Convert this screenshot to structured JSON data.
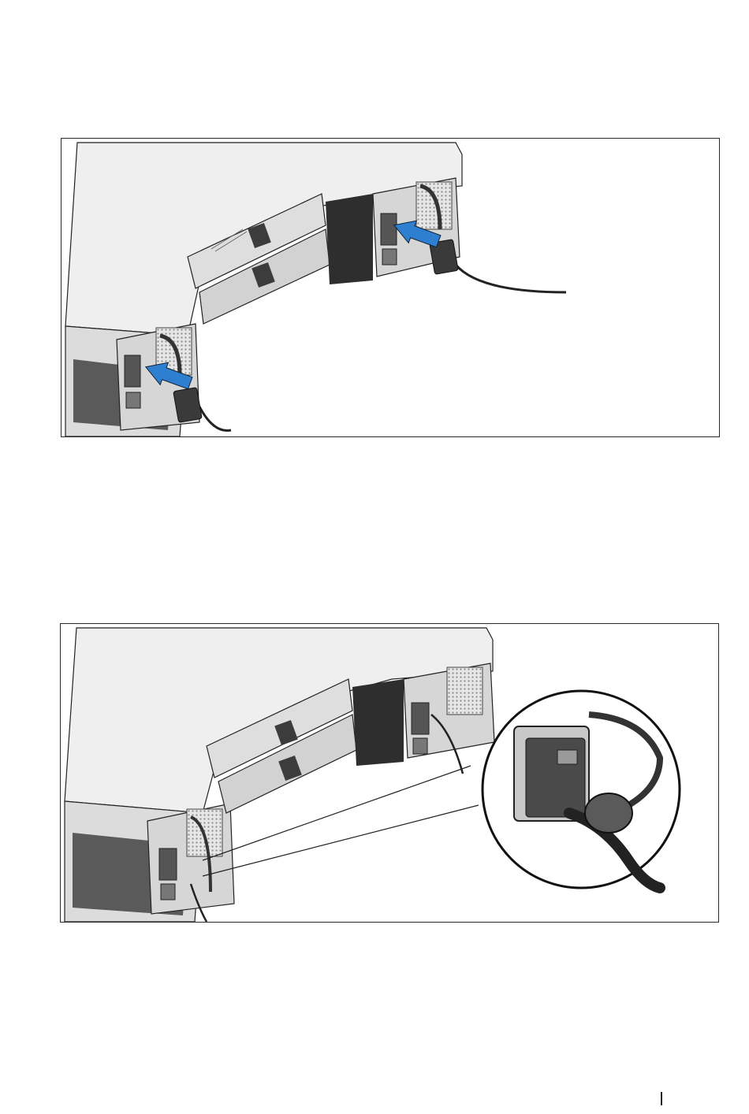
{
  "page": {
    "figures": [
      {
        "id": "figure-1",
        "subject": "power-cable-insert"
      },
      {
        "id": "figure-2",
        "subject": "power-cable-secure"
      }
    ],
    "colors": {
      "arrow": "#2f7fd1",
      "chassis_light": "#ececec",
      "chassis_dark": "#3a3a3a",
      "border": "#2a2a2a"
    }
  }
}
